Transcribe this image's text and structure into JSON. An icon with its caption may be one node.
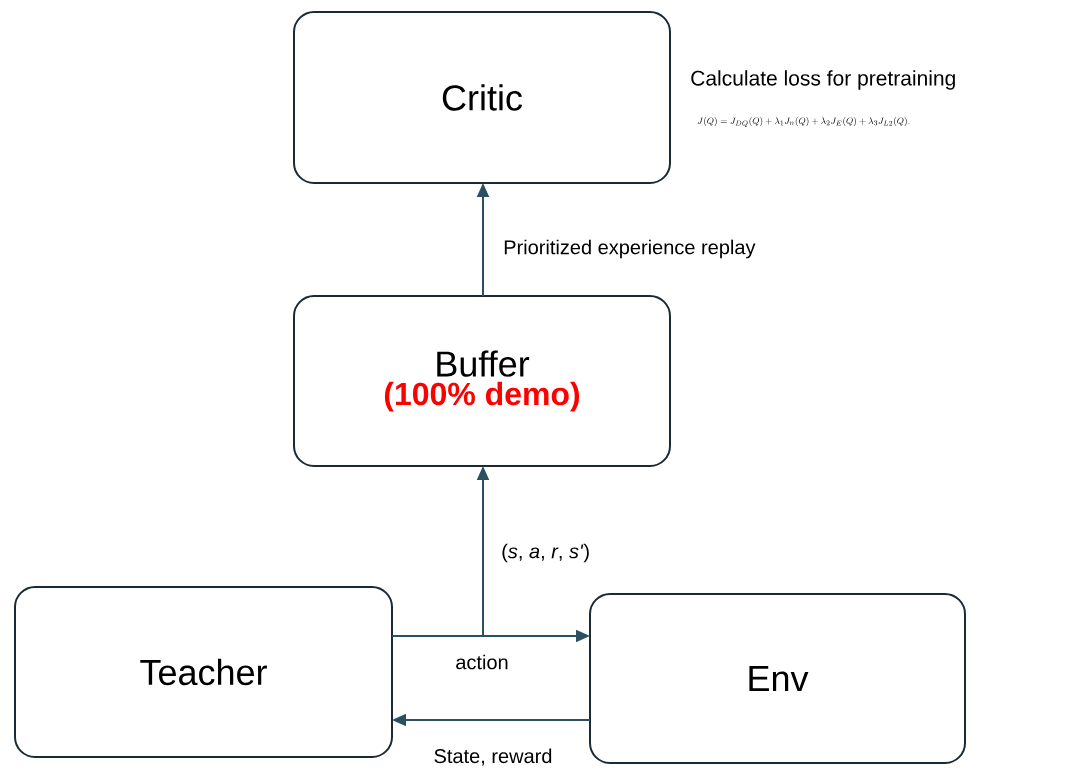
{
  "diagram": {
    "nodes": [
      {
        "text": [
          "Critic"
        ]
      },
      {
        "text": [
          "Buffer",
          "(100% demo)"
        ]
      },
      {
        "text": [
          "Teacher"
        ]
      },
      {
        "text": [
          "Env"
        ]
      }
    ],
    "edges": [
      {
        "from": 1,
        "to": 0,
        "arrow": "to",
        "label": "Prioritized experience replay"
      },
      {
        "from": 2,
        "to": 3,
        "arrow": "to",
        "label": "action"
      },
      {
        "from": 2,
        "to": 1,
        "arrow": "to",
        "label": "(*s*, *a*, *r*, *s'*)"
      },
      {
        "from": 3,
        "to": 2,
        "arrow": "to",
        "label": "State, reward"
      }
    ],
    "labels": [
      "Calculate loss for pretraining",
      "J(Q) = J_{DQ}(Q) + \\lambda_1 J_n(Q) + \\lambda_2 J_E(Q) + \\lambda_3 J_{L2}(Q)."
    ]
  }
}
